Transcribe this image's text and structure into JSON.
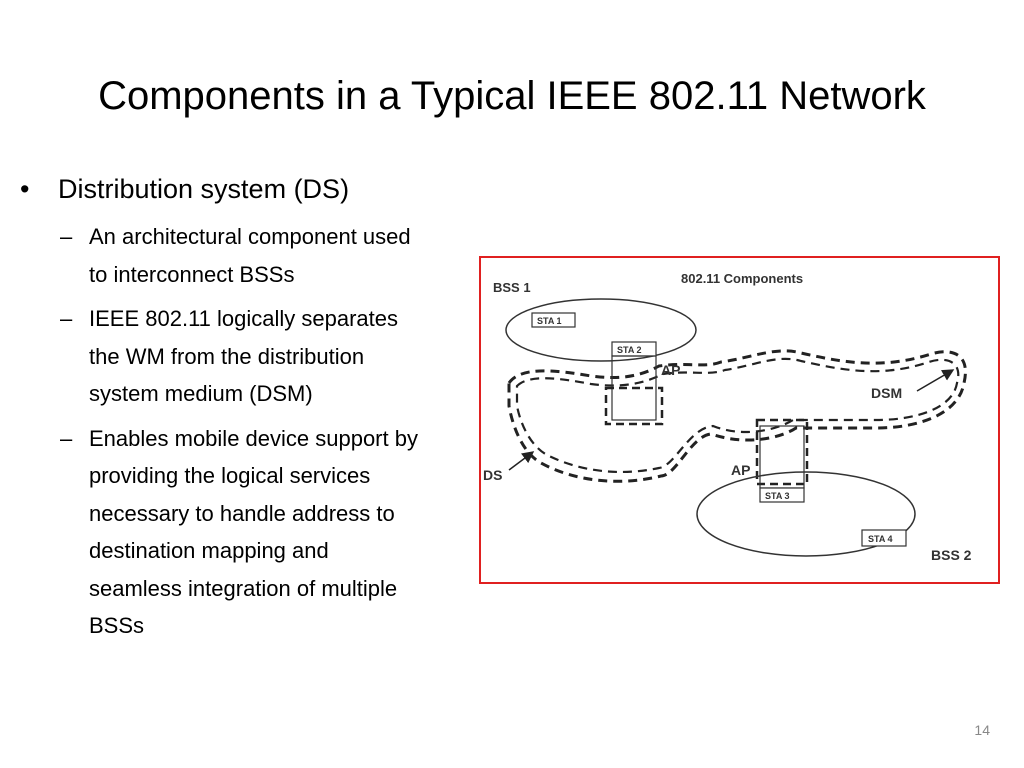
{
  "slide": {
    "title": "Components in a Typical IEEE 802.11 Network",
    "page_number": "14"
  },
  "bullets": {
    "main": {
      "marker": "•",
      "text": "Distribution system (DS)"
    },
    "sub_marker": "–",
    "sub_items": [
      {
        "text": "An architectural component used to interconnect BSSs"
      },
      {
        "text": "IEEE 802.11 logically separates the WM from the distribution system medium (DSM)"
      },
      {
        "text": "Enables mobile device support by providing the logical services necessary to handle address to destination mapping and seamless integration of multiple BSSs"
      }
    ]
  },
  "figure": {
    "frame_color": "#e02020",
    "title": "802.11 Components",
    "labels": {
      "bss1": "BSS 1",
      "bss2": "BSS 2",
      "sta1": "STA 1",
      "sta2": "STA 2",
      "sta3": "STA 3",
      "sta4": "STA 4",
      "ap_upper": "AP",
      "ap_lower": "AP",
      "dsm": "DSM",
      "ds": "DS"
    }
  }
}
